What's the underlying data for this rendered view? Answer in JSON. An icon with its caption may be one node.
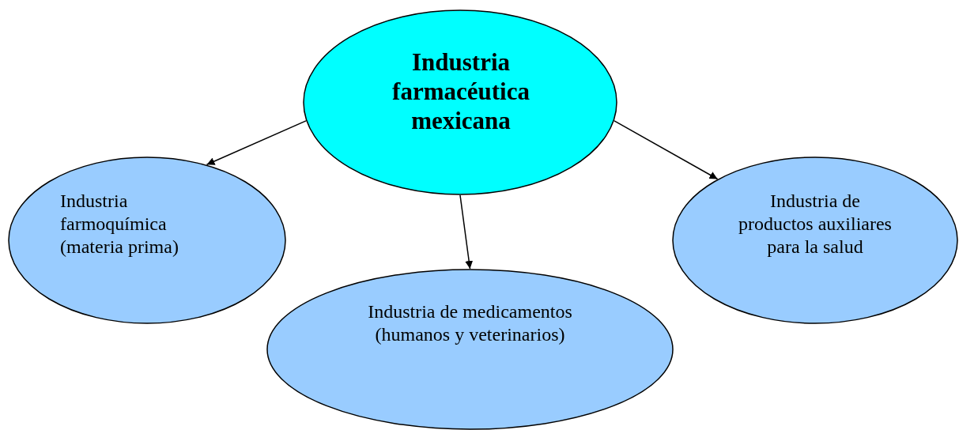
{
  "diagram": {
    "nodes": [
      {
        "text": [
          "Industria farmacéutica mexicana"
        ]
      },
      {
        "text": [
          "Industria farmoquímica (materia prima)"
        ]
      },
      {
        "text": [
          "Industria de medicamentos (humanos y veterinarios)"
        ]
      },
      {
        "text": [
          "Industria de productos auxiliares para la salud"
        ]
      }
    ],
    "edges": [
      {
        "from": 0,
        "to": 1,
        "arrow": "to"
      },
      {
        "from": 0,
        "to": 2,
        "arrow": "to"
      },
      {
        "from": 0,
        "to": 3,
        "arrow": "to"
      }
    ]
  }
}
